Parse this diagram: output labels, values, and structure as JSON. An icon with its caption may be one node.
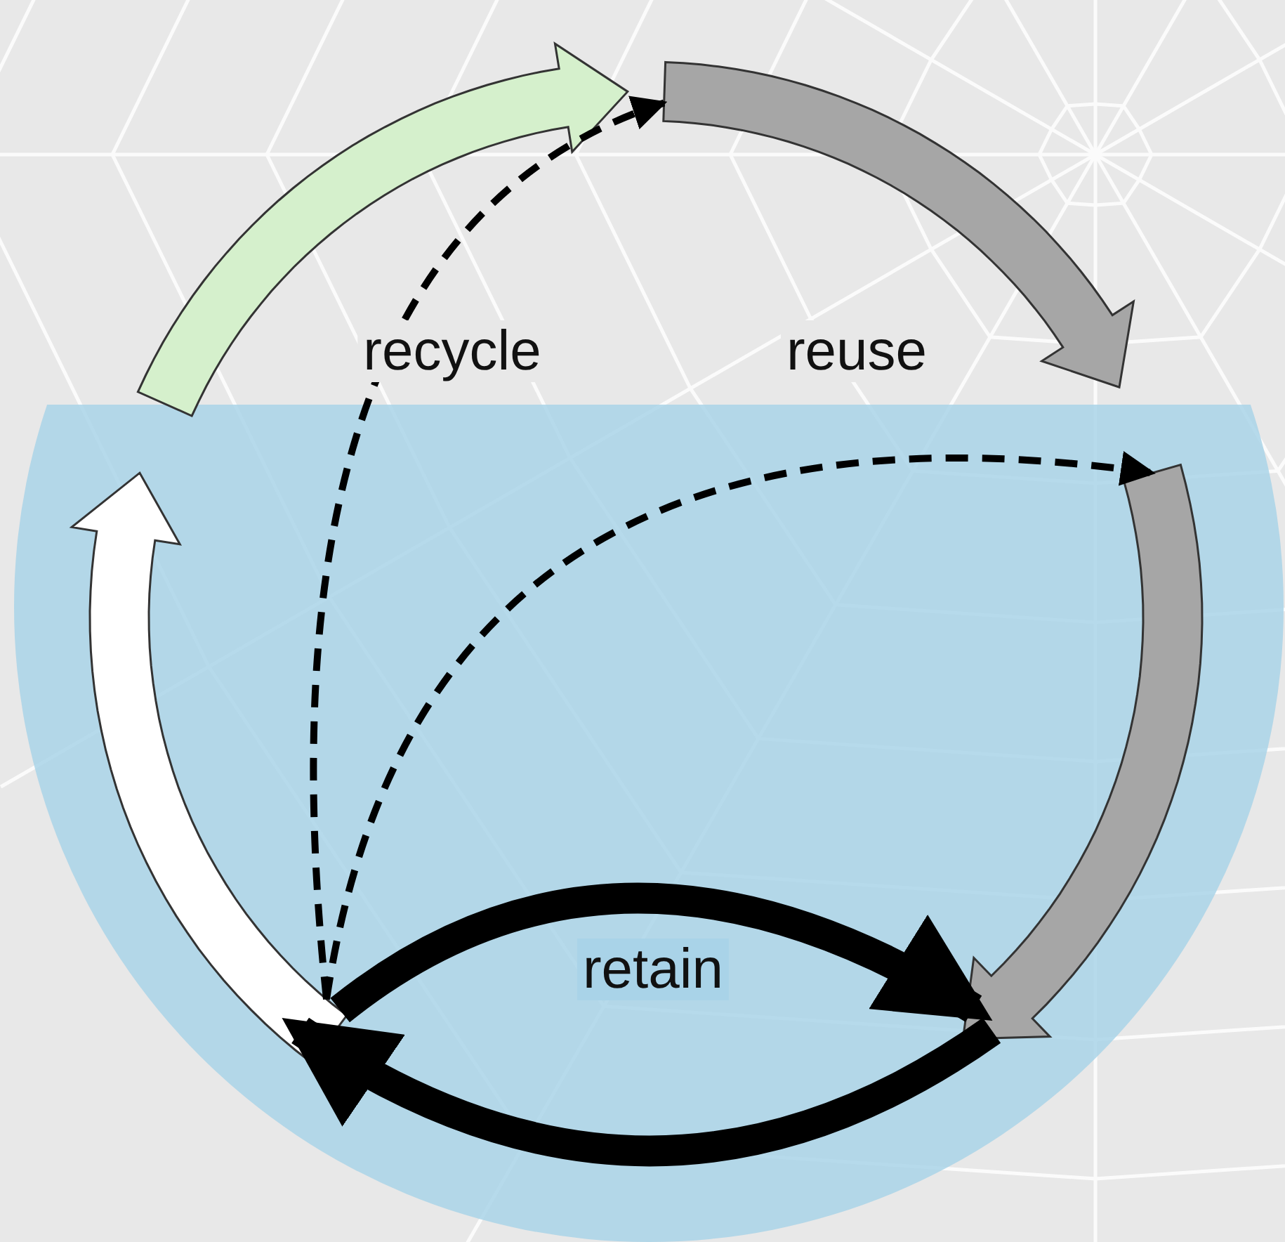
{
  "diagram": {
    "nodes": [
      {
        "text": [],
        "shape": "arrow"
      },
      {
        "text": [],
        "shape": "arrow"
      },
      {
        "text": [],
        "shape": "arrow"
      },
      {
        "text": [],
        "shape": "arrow"
      }
    ],
    "edges": [
      {
        "from": 3,
        "to": 1,
        "arrow": "to",
        "label": "recycle",
        "style": "dashed"
      },
      {
        "from": 3,
        "to": 2,
        "arrow": "to",
        "label": "reuse",
        "style": "dashed"
      },
      {
        "from": 3,
        "to": 2,
        "arrow": "to",
        "label": "retain",
        "style": "thick"
      },
      {
        "from": 2,
        "to": 3,
        "arrow": "to",
        "style": "thick"
      }
    ]
  }
}
